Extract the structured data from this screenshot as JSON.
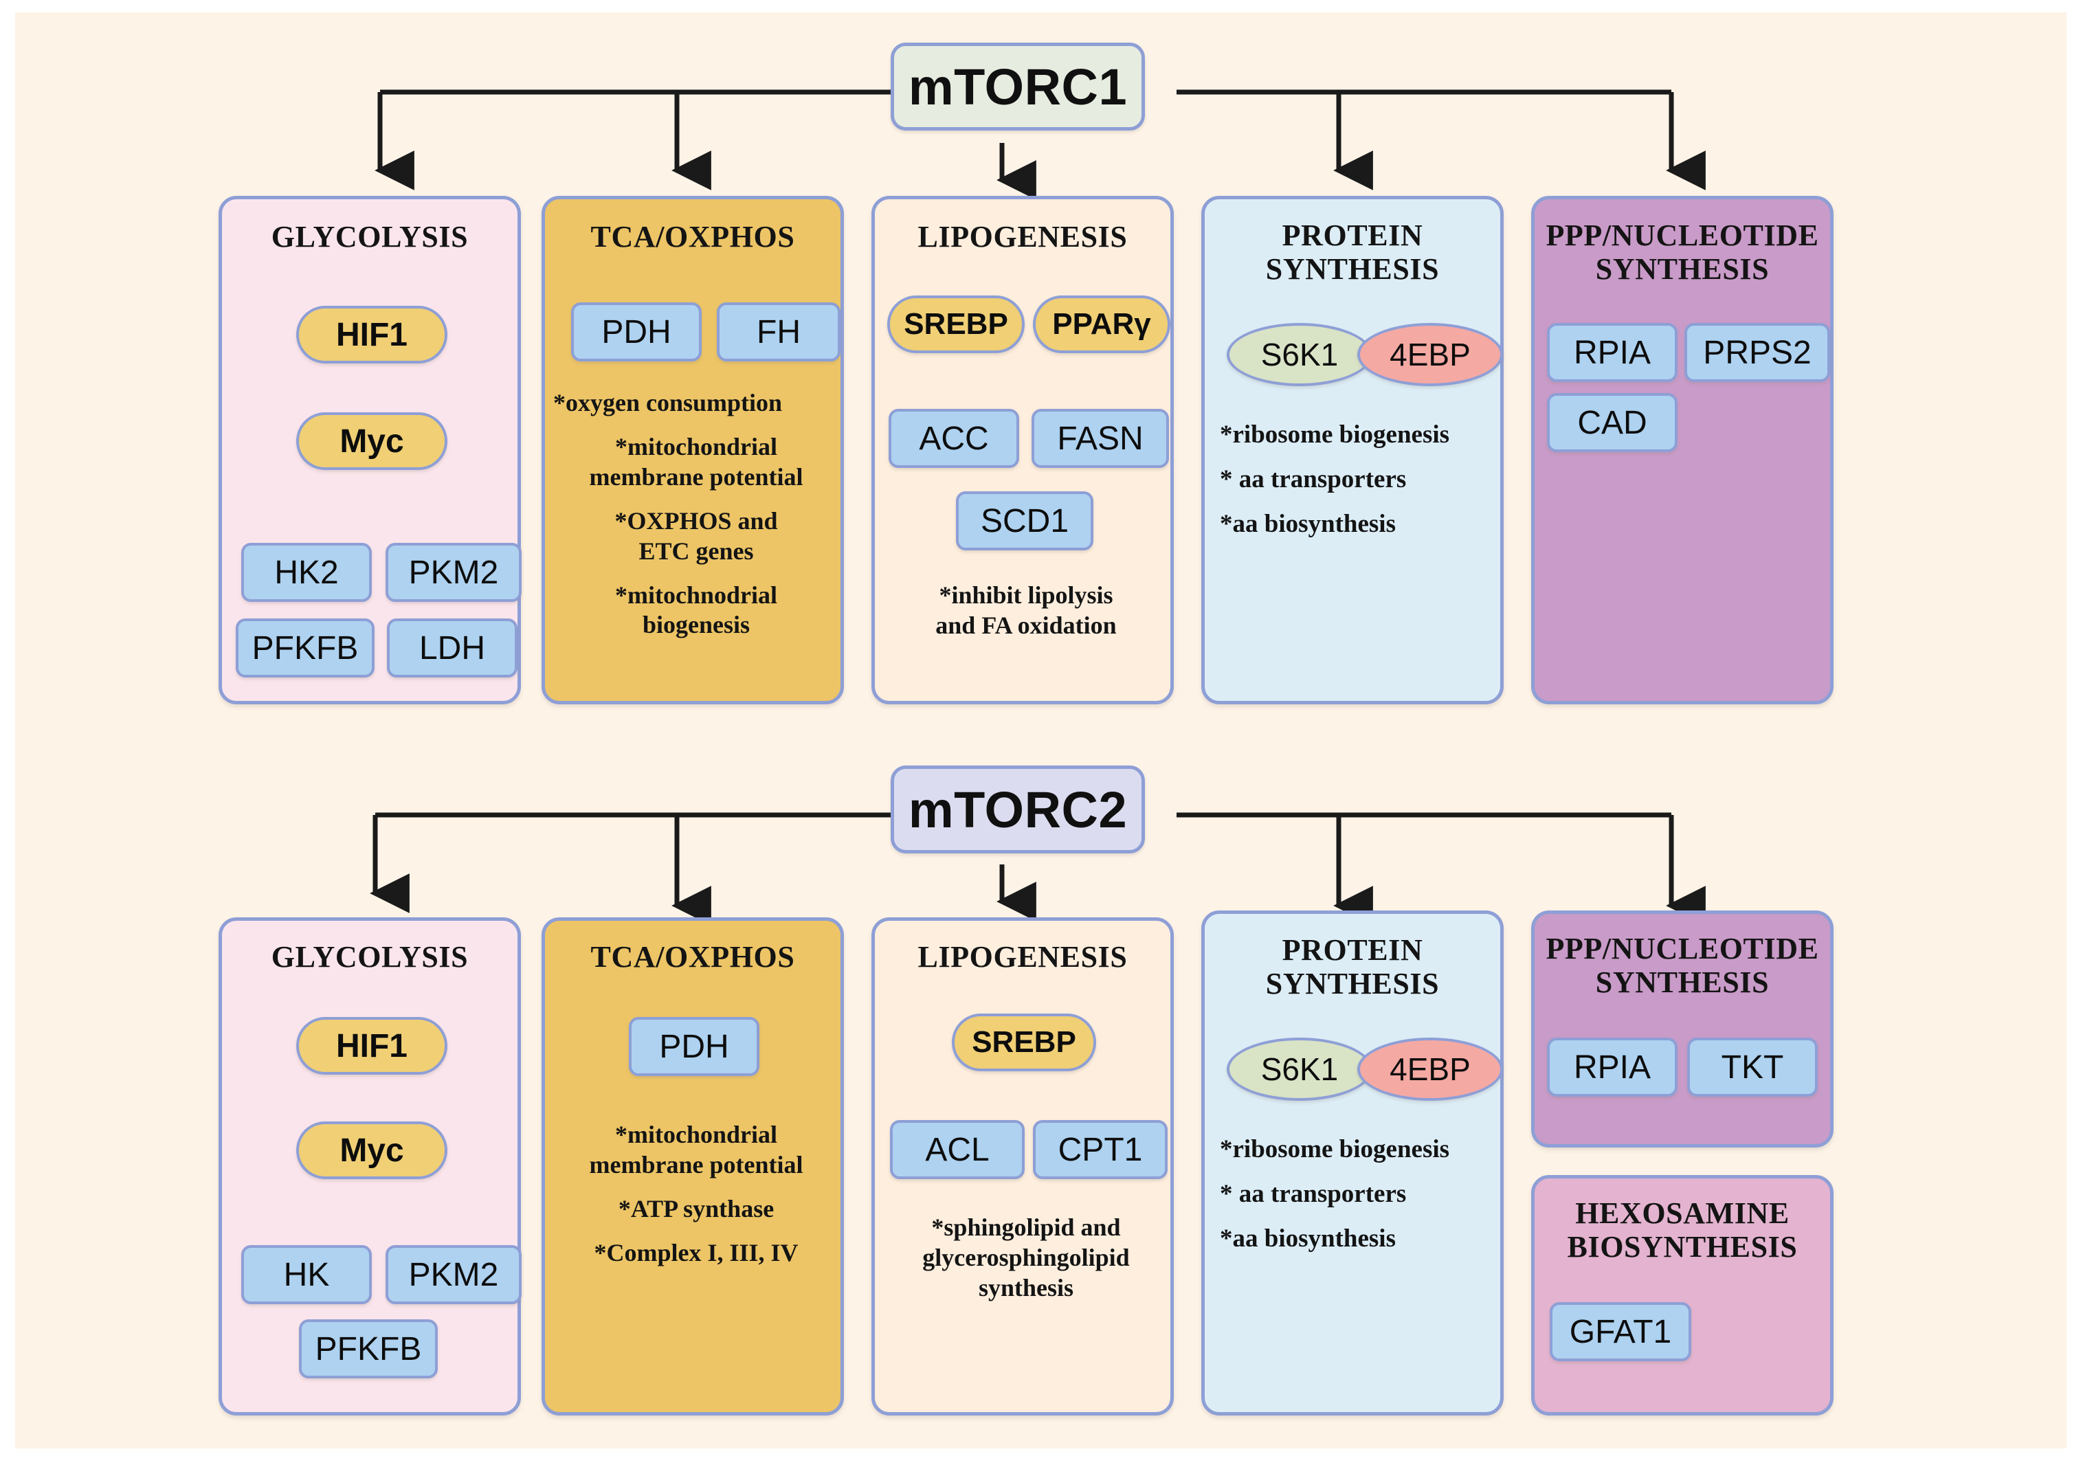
{
  "figure": {
    "background": "#fdf3e7",
    "panel_border": "#8e9fd6",
    "gene_box_fill": "#aed2f0",
    "tf_pill_fill": "#f0cf75"
  },
  "hubs": {
    "mtorc1": {
      "label": "mTORC1",
      "fill": "#e6ece0"
    },
    "mtorc2": {
      "label": "mTORC2",
      "fill": "#dcdcf0"
    }
  },
  "row1": {
    "glycolysis": {
      "title": "GLYCOLYSIS",
      "fill": "#fbe5ec",
      "pills": [
        "HIF1",
        "Myc"
      ],
      "genes": [
        "HK2",
        "PKM2",
        "PFKFB",
        "LDH"
      ]
    },
    "tca": {
      "title": "TCA/OXPHOS",
      "fill": "#edc566",
      "genes": [
        "PDH",
        "FH"
      ],
      "notes": [
        "*oxygen consumption",
        "*mitochondrial\nmembrane potential",
        "*OXPHOS and\nETC genes",
        "*mitochnodrial\nbiogenesis"
      ]
    },
    "lipogenesis": {
      "title": "LIPOGENESIS",
      "fill": "#fdeede",
      "pills": [
        "SREBP",
        "PPARγ"
      ],
      "genes": [
        "ACC",
        "FASN",
        "SCD1"
      ],
      "notes": [
        "*inhibit lipolysis\nand FA oxidation"
      ]
    },
    "protein": {
      "title": "PROTEIN\nSYNTHESIS",
      "fill": "#dcedf6",
      "ellipses": [
        {
          "label": "S6K1",
          "color": "#d9e3c6"
        },
        {
          "label": "4EBP",
          "color": "#f5a9a3"
        }
      ],
      "notes": [
        "*ribosome biogenesis",
        "* aa transporters",
        "*aa biosynthesis"
      ]
    },
    "ppp": {
      "title": "PPP/NUCLEOTIDE\nSYNTHESIS",
      "fill": "#c99bc8",
      "genes": [
        "RPIA",
        "PRPS2",
        "CAD"
      ]
    }
  },
  "row2": {
    "glycolysis": {
      "title": "GLYCOLYSIS",
      "fill": "#fbe5ec",
      "pills": [
        "HIF1",
        "Myc"
      ],
      "genes": [
        "HK",
        "PKM2",
        "PFKFB"
      ]
    },
    "tca": {
      "title": "TCA/OXPHOS",
      "fill": "#edc566",
      "genes": [
        "PDH"
      ],
      "notes": [
        "*mitochondrial\nmembrane potential",
        "*ATP synthase",
        "*Complex I, III, IV"
      ]
    },
    "lipogenesis": {
      "title": "LIPOGENESIS",
      "fill": "#fdeede",
      "pills": [
        "SREBP"
      ],
      "genes": [
        "ACL",
        "CPT1"
      ],
      "notes": [
        "*sphingolipid and\nglycerosphingolipid\nsynthesis"
      ]
    },
    "protein": {
      "title": "PROTEIN\nSYNTHESIS",
      "fill": "#dcedf6",
      "ellipses": [
        {
          "label": "S6K1",
          "color": "#d9e3c6"
        },
        {
          "label": "4EBP",
          "color": "#f5a9a3"
        }
      ],
      "notes": [
        "*ribosome biogenesis",
        "* aa transporters",
        "*aa biosynthesis"
      ]
    },
    "ppp": {
      "title": "PPP/NUCLEOTIDE\nSYNTHESIS",
      "fill": "#c99bc8",
      "genes": [
        "RPIA",
        "TKT"
      ]
    },
    "hexosamine": {
      "title": "HEXOSAMINE\nBIOSYNTHESIS",
      "fill": "#e3b3cf",
      "genes": [
        "GFAT1"
      ]
    }
  }
}
